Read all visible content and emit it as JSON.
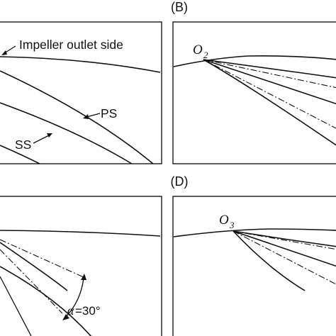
{
  "panels": {
    "B": {
      "label": "(B)",
      "center_label": "O",
      "center_sub": "2"
    },
    "D": {
      "label": "(D)",
      "center_label": "O",
      "center_sub": "3"
    }
  },
  "annotations": {
    "impeller_outlet": "Impeller outlet side",
    "ps": "PS",
    "ss": "SS",
    "alpha_symbol": "α",
    "alpha_value": "=30°"
  }
}
